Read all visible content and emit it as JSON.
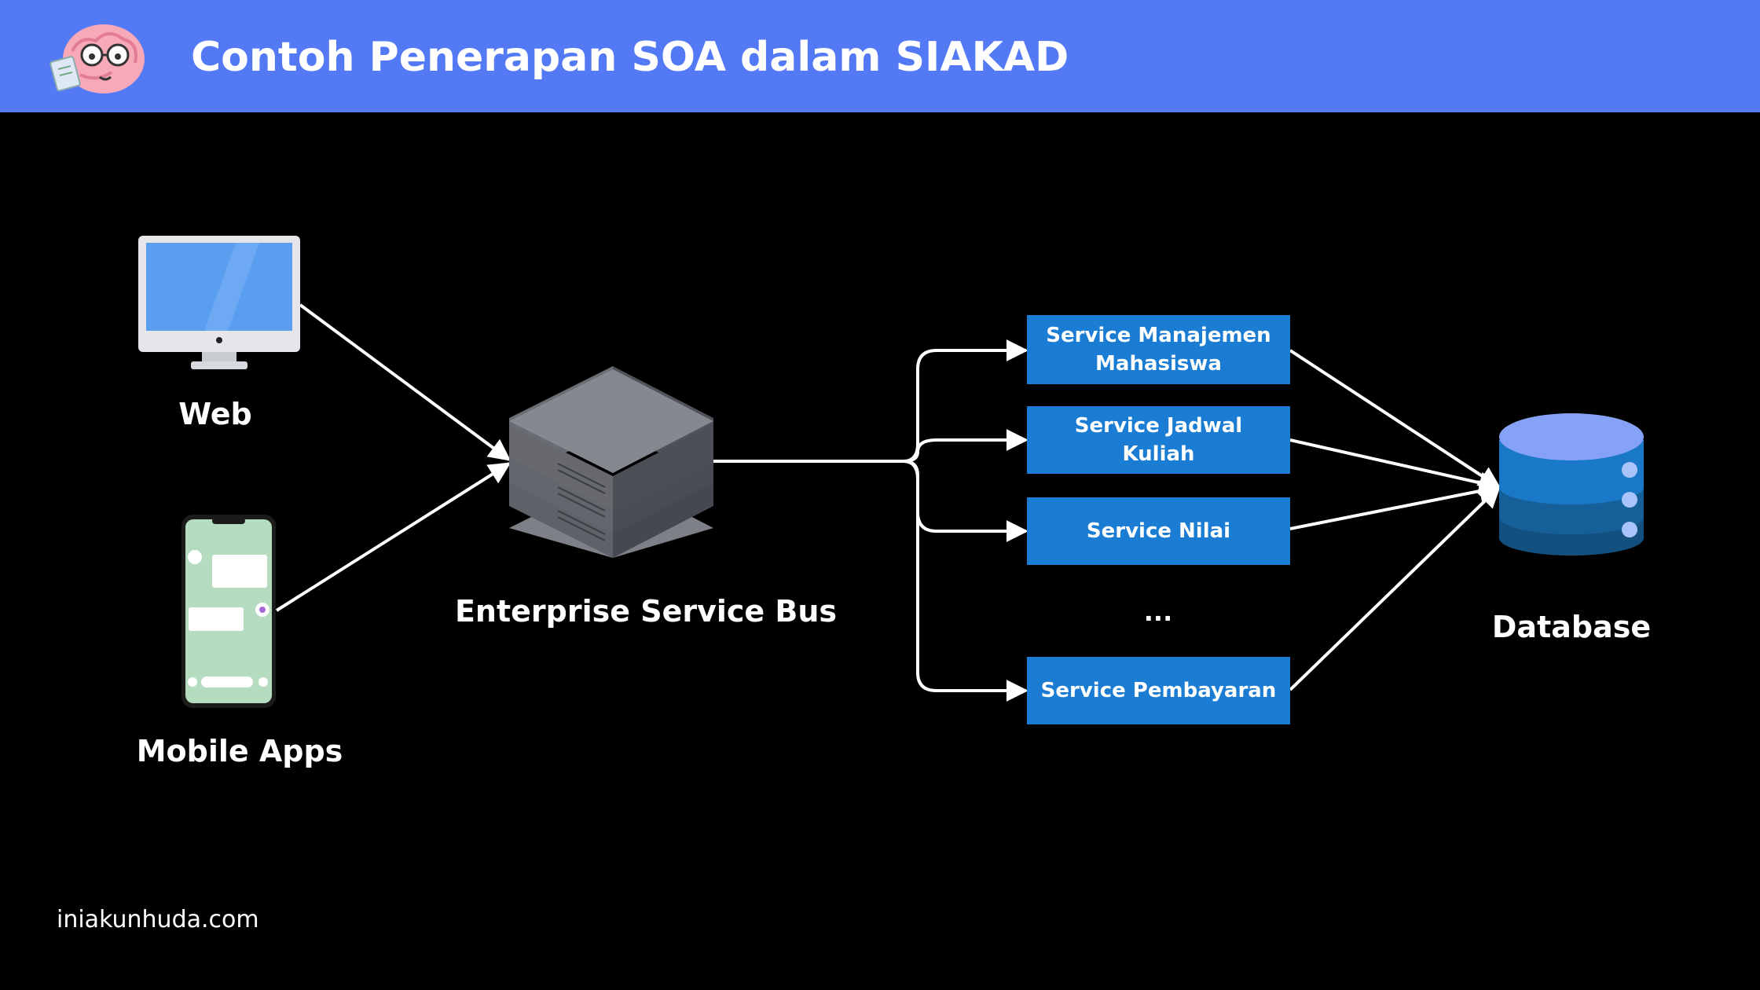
{
  "header": {
    "title": "Contoh Penerapan SOA dalam SIAKAD",
    "logo_icon": "brain-mascot-icon",
    "background": "#5479f4"
  },
  "clients": {
    "web": {
      "label": "Web",
      "icon": "desktop-monitor-icon"
    },
    "mobile": {
      "label": "Mobile Apps",
      "icon": "smartphone-chat-icon"
    }
  },
  "bus": {
    "label": "Enterprise Service Bus",
    "icon": "server-stack-icon"
  },
  "services": {
    "items": [
      {
        "label": "Service Manajemen Mahasiswa"
      },
      {
        "label": "Service Jadwal Kuliah"
      },
      {
        "label": "Service Nilai"
      },
      {
        "label": "Service Pembayaran"
      }
    ],
    "ellipsis": "...",
    "color": "#1a7dd3"
  },
  "database": {
    "label": "Database",
    "icon": "database-cylinder-icon"
  },
  "footer": {
    "site": "iniakunhuda.com"
  }
}
